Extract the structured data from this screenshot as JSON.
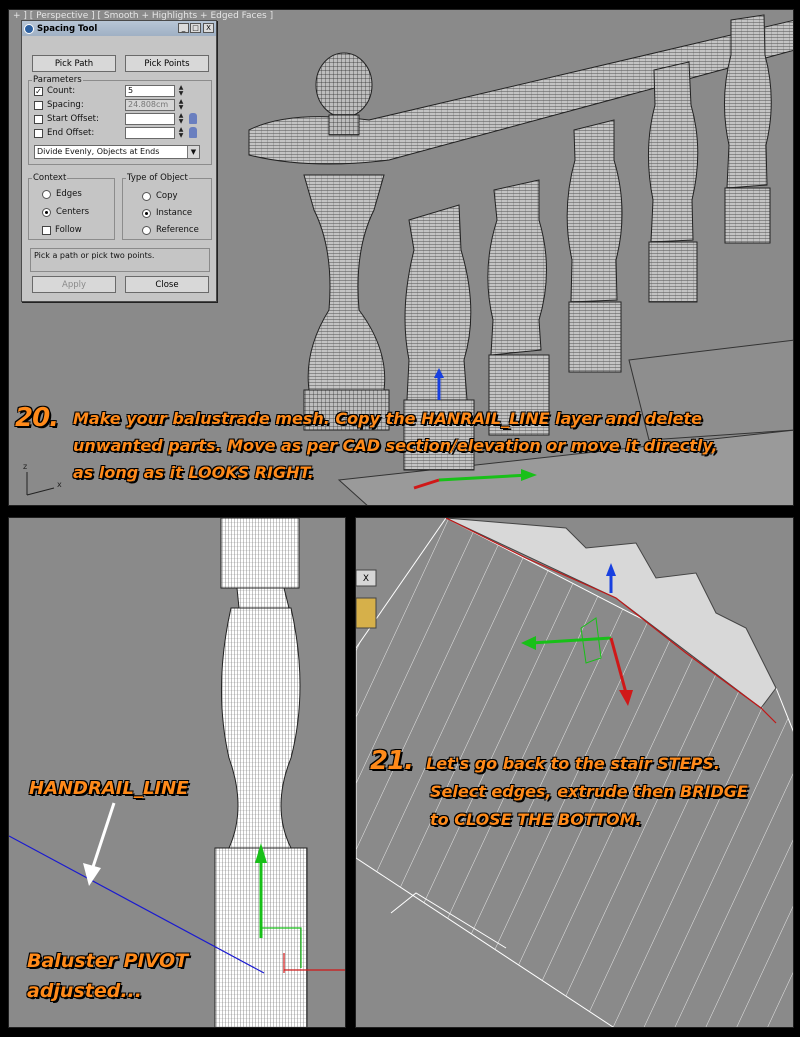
{
  "top_panel": {
    "viewport_label": "+ ] [ Perspective ] [ Smooth + Highlights + Edged Faces ]",
    "dialog": {
      "title": "Spacing Tool",
      "minimize": "_",
      "maximize": "□",
      "close": "X",
      "pick_path": "Pick Path",
      "pick_points": "Pick Points",
      "parameters_label": "Parameters",
      "count_label": "Count:",
      "count_value": "5",
      "spacing_label": "Spacing:",
      "spacing_value": "24.808cm",
      "start_offset_label": "Start Offset:",
      "end_offset_label": "End Offset:",
      "distribution": "Divide Evenly, Objects at Ends",
      "context_label": "Context",
      "edges": "Edges",
      "centers": "Centers",
      "follow": "Follow",
      "type_label": "Type of Object",
      "copy": "Copy",
      "instance": "Instance",
      "reference": "Reference",
      "status": "Pick a path or pick two points.",
      "apply": "Apply",
      "close_button": "Close"
    },
    "step_number": "20.",
    "caption_lines": [
      "Make your balustrade mesh.  Copy the HANRAIL_LINE layer and delete",
      "unwanted parts.  Move as per CAD section/elevation or move it directly,",
      "as long as it LOOKS RIGHT."
    ],
    "axis_z": "z",
    "axis_x": "x"
  },
  "bottom_left": {
    "label_handrail": "HANDRAIL_LINE",
    "label_pivot_1": "Baluster PIVOT",
    "label_pivot_2": "adjusted..."
  },
  "bottom_right": {
    "close_glyph": "X",
    "step_number": "21.",
    "caption_lines": [
      "Let's go back to the stair STEPS.",
      "Select edges, extrude then BRIDGE",
      "to CLOSE THE BOTTOM."
    ]
  },
  "colors": {
    "viewport_bg": "#8a8a8a",
    "caption": "#ff8a1a",
    "gizmo_x": "#d01818",
    "gizmo_y": "#18c018",
    "gizmo_z": "#1840e0",
    "handrail_line": "#1a1ad0"
  }
}
